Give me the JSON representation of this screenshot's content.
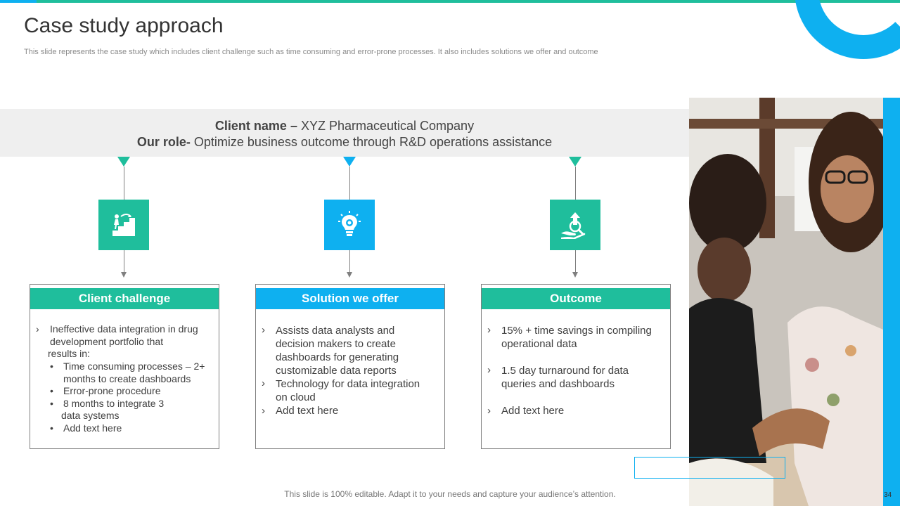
{
  "slide": {
    "title": "Case study approach",
    "subtitle": "This slide represents the case study which includes client challenge such as time consuming and error-prone processes. It also includes solutions we offer and outcome",
    "footer": "This slide is 100% editable. Adapt it to your needs and capture your audience’s attention.",
    "page_number": "34"
  },
  "banner": {
    "client_label": "Client name –",
    "client_value": " XYZ Pharmaceutical Company",
    "role_label": "Our role-",
    "role_value": " Optimize business outcome through R&D operations assistance"
  },
  "columns": [
    {
      "icon": "stairs-growth-icon",
      "heading": "Client challenge",
      "intro": "Ineffective data integration in drug",
      "intro_2": "development portfolio that",
      "intro_3": "results in:",
      "bullets": [
        "Time consuming processes – 2+",
        "months to create dashboards",
        "Error-prone procedure",
        "8 months to integrate 3",
        "data systems",
        "Add text here"
      ]
    },
    {
      "icon": "lightbulb-gear-icon",
      "heading": "Solution we offer",
      "items": [
        [
          "Assists data analysts and",
          "decision makers to create",
          "dashboards for generating",
          "customizable data reports"
        ],
        [
          "Technology for data integration",
          "on cloud"
        ],
        [
          "Add text here"
        ]
      ]
    },
    {
      "icon": "hand-growth-icon",
      "heading": "Outcome",
      "items": [
        [
          "15% + time savings in compiling",
          "operational data"
        ],
        [
          "1.5 day turnaround for data",
          "queries and dashboards"
        ],
        [
          "Add text here"
        ]
      ]
    }
  ],
  "colors": {
    "accent_green": "#1fbe9c",
    "accent_blue": "#0eb0f0",
    "banner_bg": "#efefef"
  }
}
